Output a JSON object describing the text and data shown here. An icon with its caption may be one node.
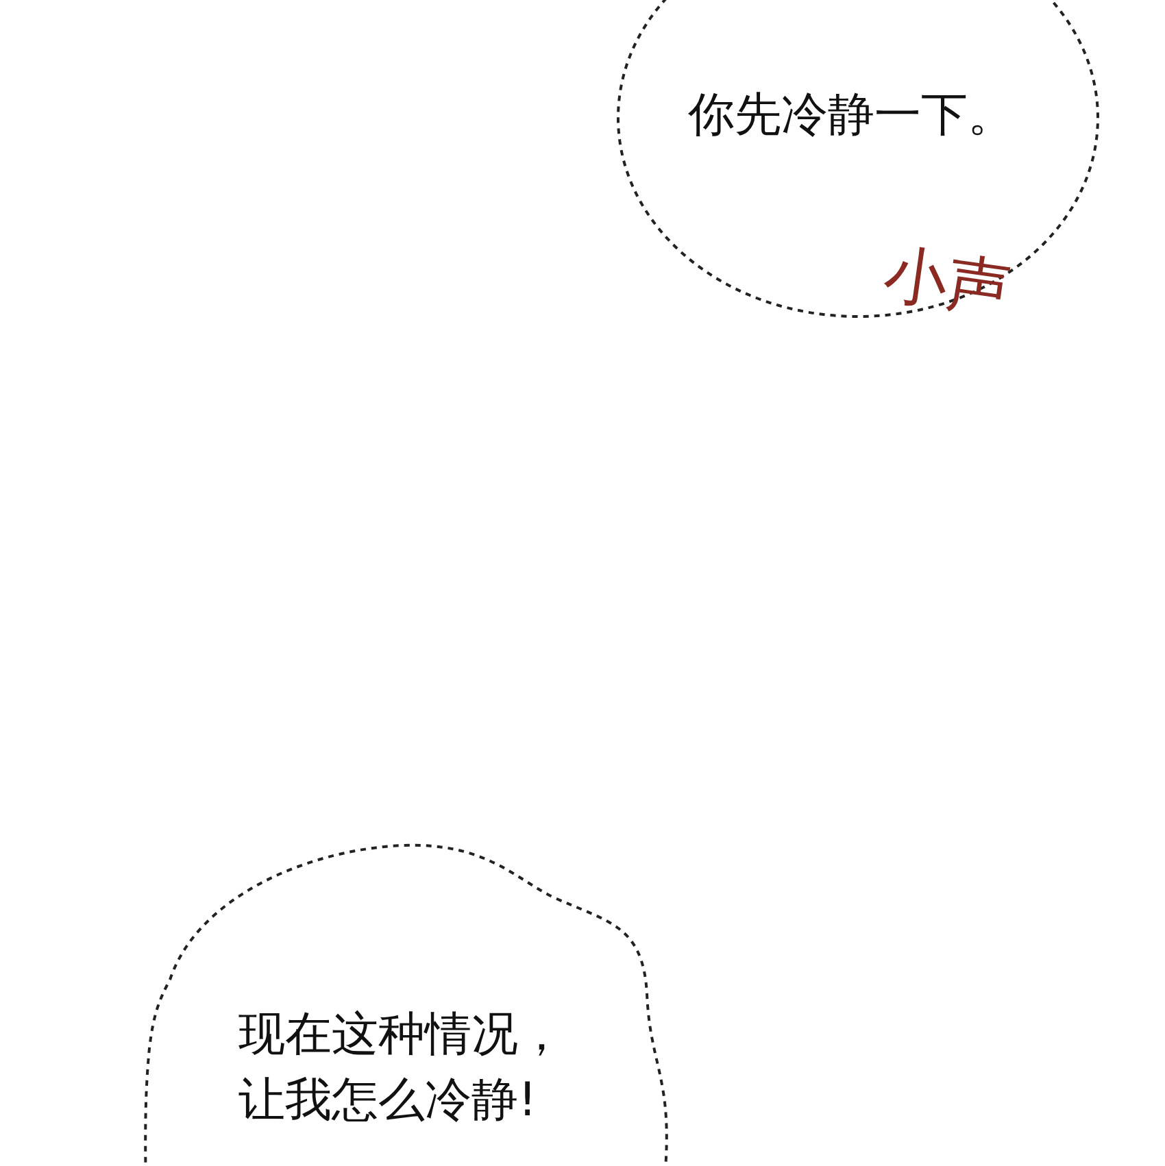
{
  "diagram": {
    "nodes": [
      {
        "text": [
          "你先冷静一下。"
        ]
      },
      {
        "text": [
          "现在这种情况，让我怎么冷静!"
        ]
      }
    ],
    "labels": [
      "小声"
    ]
  }
}
